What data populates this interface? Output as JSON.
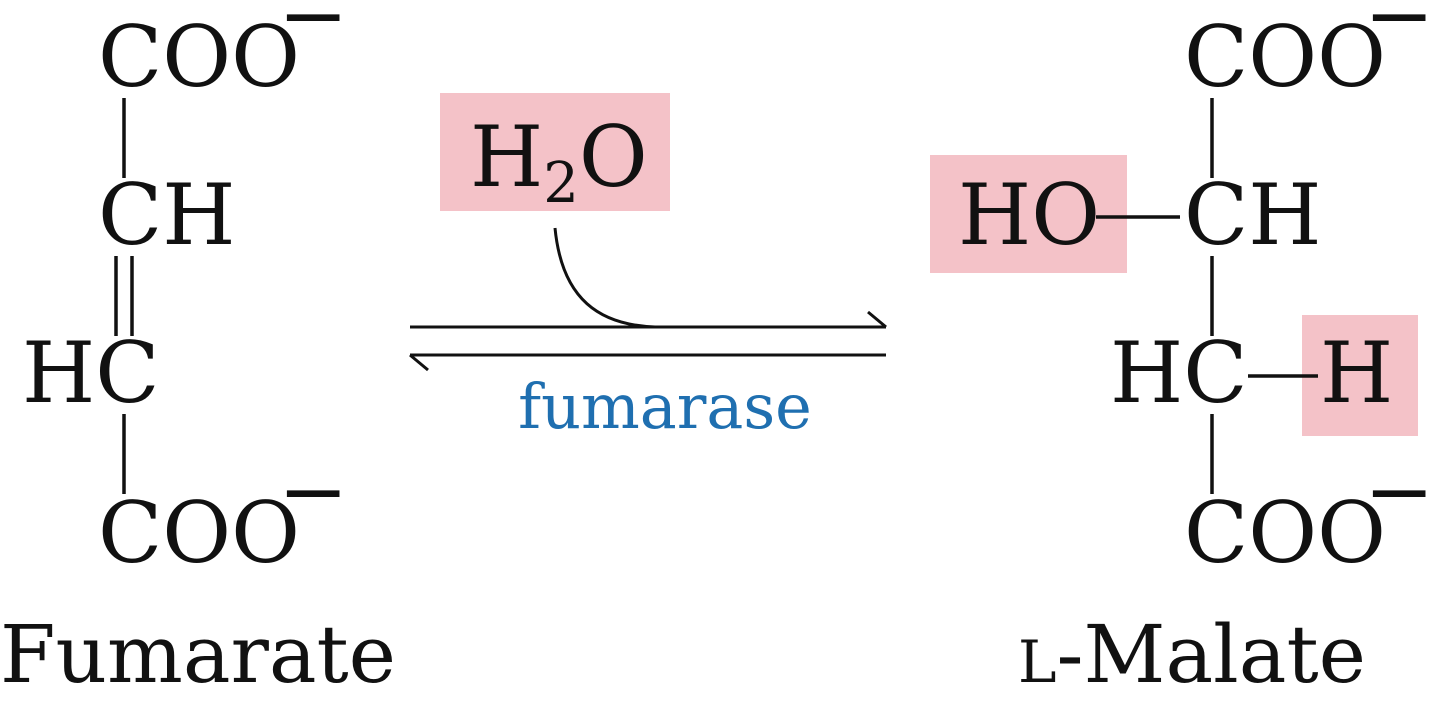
{
  "fumarate": {
    "top_group": "COO",
    "top_charge": "−",
    "upper_ch": "CH",
    "lower_hc": "HC",
    "bottom_group": "COO",
    "bottom_charge": "−",
    "name": "Fumarate"
  },
  "reagent": {
    "h": "H",
    "subscript": "2",
    "o": "O"
  },
  "enzyme": {
    "name": "fumarase"
  },
  "malate": {
    "top_group": "COO",
    "top_charge": "−",
    "ho": "HO",
    "upper_ch": "CH",
    "lower_hc": "HC",
    "added_h": "H",
    "bottom_group": "COO",
    "bottom_charge": "−",
    "name_prefix": "L",
    "name_rest": "-Malate"
  },
  "colors": {
    "highlight": "#f4c2c8",
    "enzyme_text": "#1f6fb0"
  }
}
